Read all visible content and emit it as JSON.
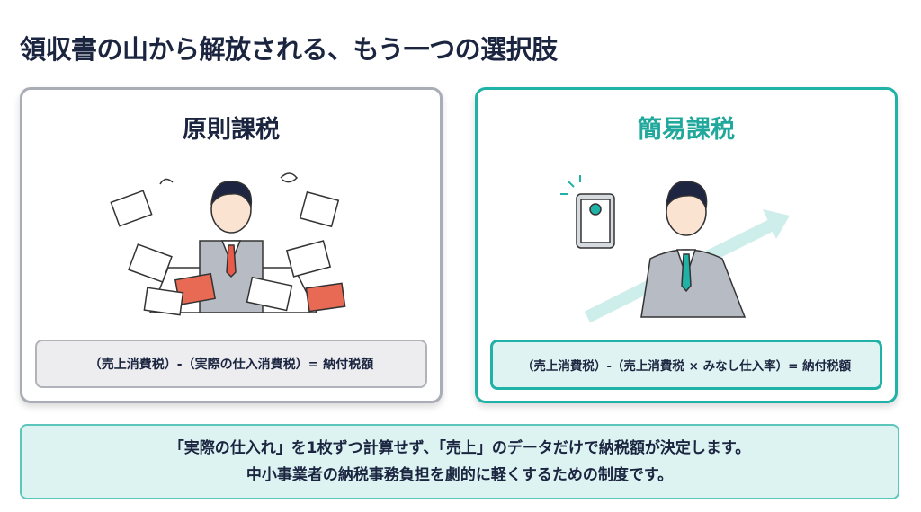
{
  "title": "領収書の山から解放される、もう一つの選択肢",
  "cards": [
    {
      "heading": "原則課税",
      "formula": "（売上消費税）-（実際の仕入消費税）= 納付税額"
    },
    {
      "heading": "簡易課税",
      "formula": "（売上消費税）-（売上消費税 × みなし仕入率）= 納付税額"
    }
  ],
  "summary": {
    "line1": "「実際の仕入れ」を1枚ずつ計算せず、「売上」のデータだけで納税額が決定します。",
    "line2": "中小事業者の納税事務負担を劇的に軽くするための制度です。"
  },
  "colors": {
    "accent": "#20b2a6",
    "gray_border": "#a9adb5",
    "text": "#1b2540"
  }
}
